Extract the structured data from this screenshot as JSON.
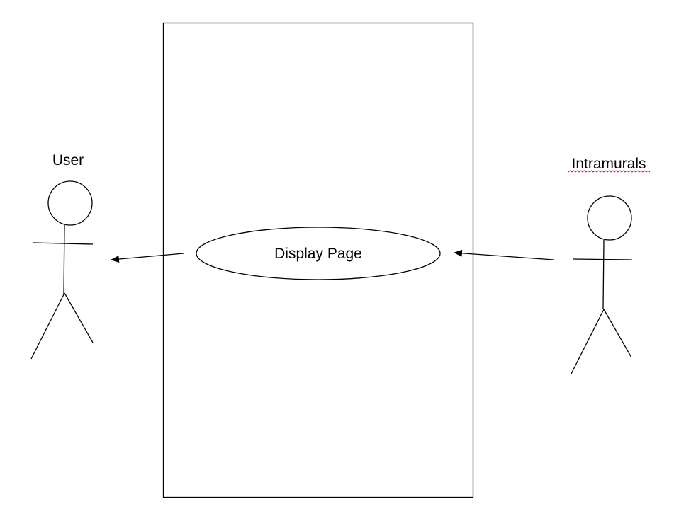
{
  "diagram": {
    "type": "use-case",
    "actors": [
      {
        "label": "User"
      },
      {
        "label": "Intramurals"
      }
    ],
    "use_cases": [
      {
        "label": "Display Page"
      }
    ],
    "relations": [
      {
        "from": "Display Page",
        "to": "User",
        "arrow": "to-actor"
      },
      {
        "from": "Intramurals",
        "to": "Display Page",
        "arrow": "to-use-case"
      }
    ]
  },
  "colors": {
    "line": "#000000",
    "background": "#ffffff",
    "spellcheck_underline": "#e0141e"
  }
}
